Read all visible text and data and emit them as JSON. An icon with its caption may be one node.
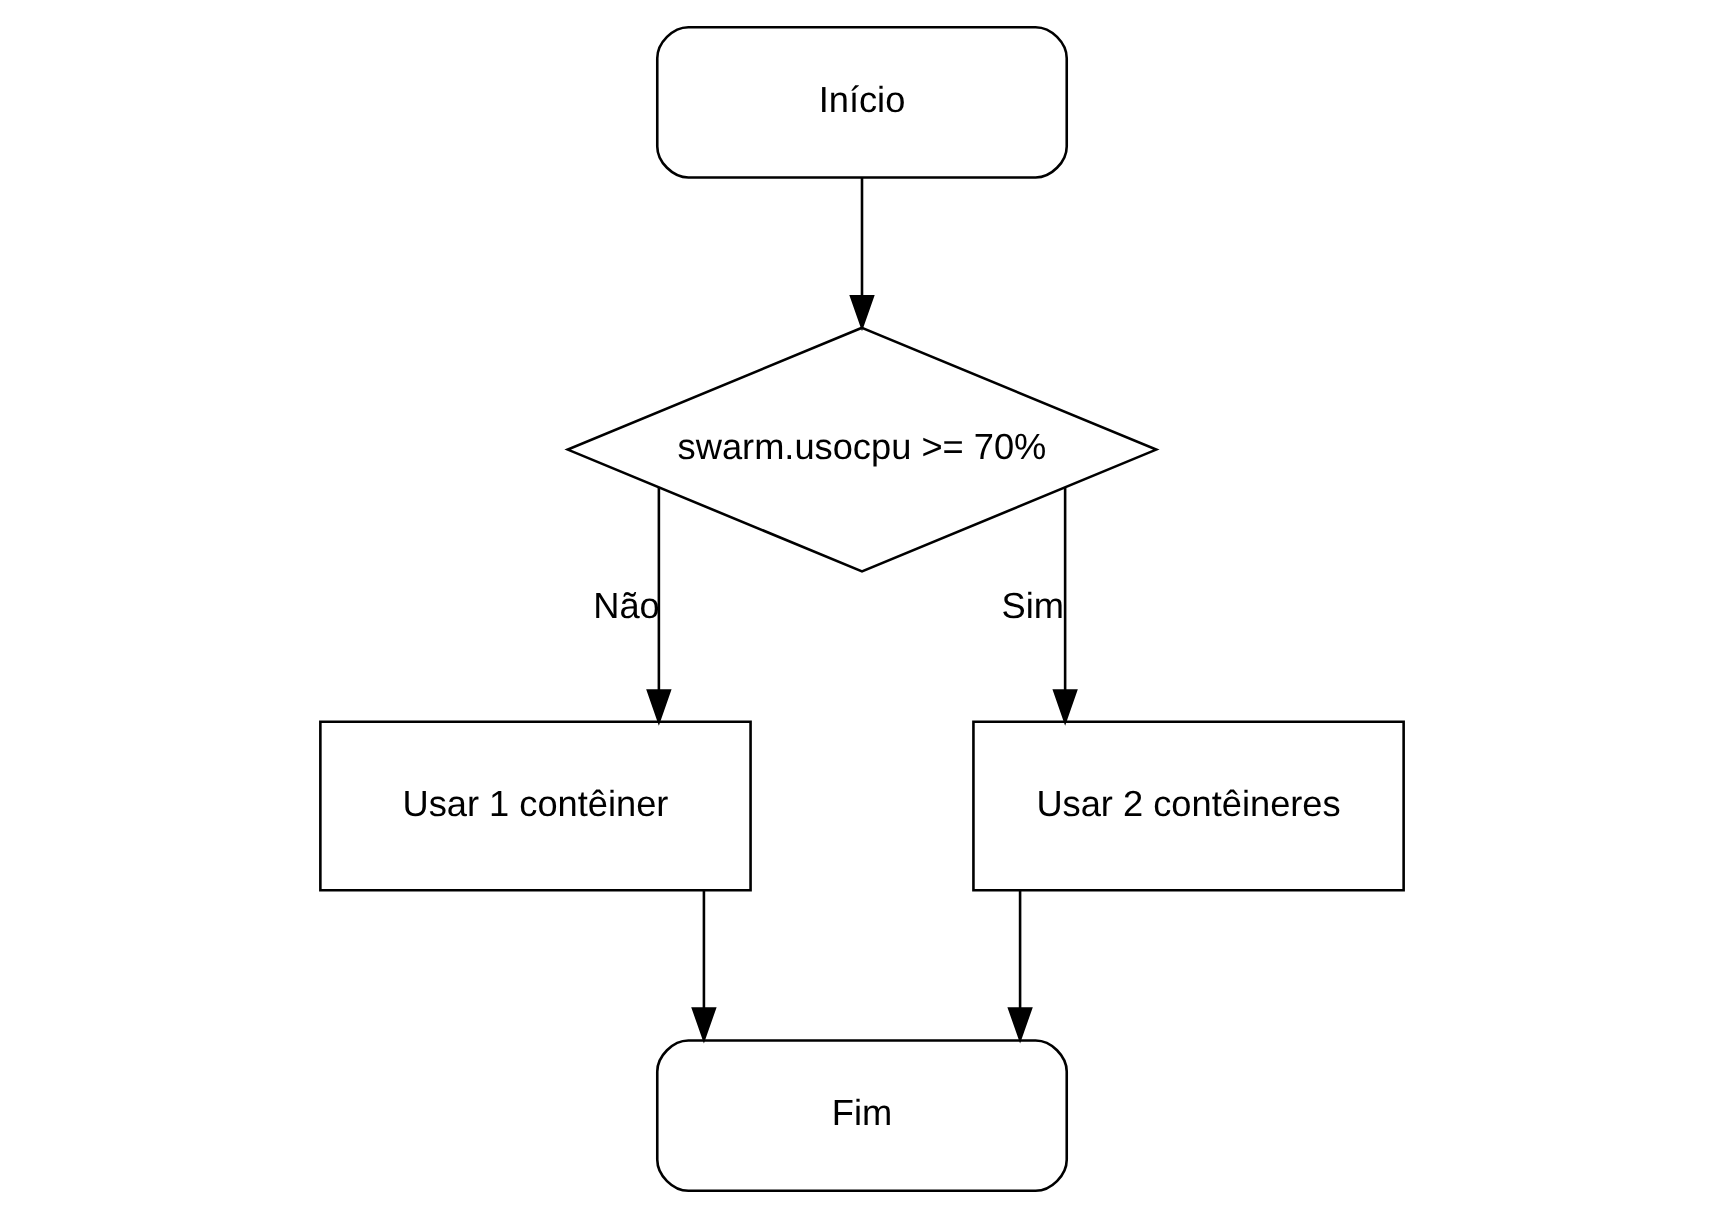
{
  "diagram": {
    "nodes": [
      {
        "text": [
          "Início"
        ]
      },
      {
        "text": [
          "swarm.usocpu >= 70%"
        ]
      },
      {
        "text": [
          "Usar 1 contêiner"
        ]
      },
      {
        "text": [
          "Usar 2 contêineres"
        ]
      },
      {
        "text": [
          "Fim"
        ]
      }
    ],
    "edges": [
      {
        "from": 0,
        "to": 1,
        "arrow": "to"
      },
      {
        "from": 1,
        "to": 2,
        "arrow": "to",
        "label": "Não"
      },
      {
        "from": 1,
        "to": 3,
        "arrow": "to",
        "label": "Sim"
      },
      {
        "from": 2,
        "to": 4,
        "arrow": "to"
      },
      {
        "from": 3,
        "to": 4,
        "arrow": "to"
      }
    ]
  }
}
